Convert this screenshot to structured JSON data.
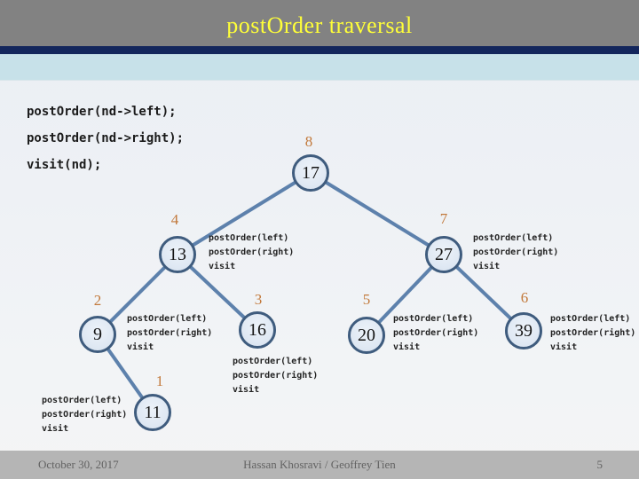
{
  "slide": {
    "title": "postOrder traversal",
    "footer": {
      "date": "October 30, 2017",
      "authors": "Hassan Khosravi / Geoffrey Tien",
      "page": "5"
    }
  },
  "code": [
    "postOrder(nd->left);",
    "postOrder(nd->right);",
    "visit(nd);"
  ],
  "call_label": [
    "postOrder(left)",
    "postOrder(right)",
    "visit"
  ],
  "tree": {
    "nodes": [
      {
        "value": "17",
        "order": "8"
      },
      {
        "value": "13",
        "order": "4"
      },
      {
        "value": "27",
        "order": "7"
      },
      {
        "value": "9",
        "order": "2"
      },
      {
        "value": "16",
        "order": "3"
      },
      {
        "value": "20",
        "order": "5"
      },
      {
        "value": "39",
        "order": "6"
      },
      {
        "value": "11",
        "order": "1"
      }
    ]
  },
  "colors": {
    "header_bg": "#828282",
    "title_text": "#ffff38",
    "navy_rule": "#13265c",
    "blue_band": "#c7e1e9",
    "node_border": "#3f5c7e",
    "node_fill": "#dfe8f3",
    "edge": "#5d81ac",
    "order_label": "#c2793b",
    "footer_bg": "#b5b5b5"
  }
}
